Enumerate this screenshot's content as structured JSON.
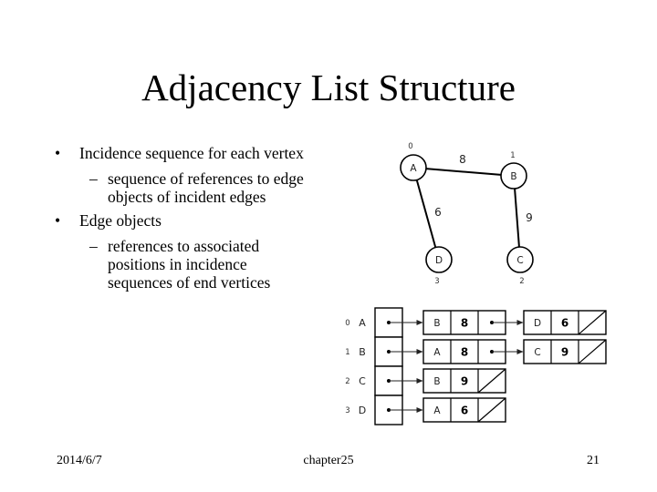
{
  "slide": {
    "title": "Adjacency List Structure",
    "bullets": [
      {
        "text": "Incidence sequence for each vertex",
        "sub": [
          "sequence of references to edge objects of incident edges"
        ]
      },
      {
        "text": "Edge objects",
        "sub": [
          "references to associated positions in incidence sequences of end vertices"
        ]
      }
    ],
    "bullet_symbol": "•",
    "sub_bullet_symbol": "–",
    "footer": {
      "date": "2014/6/7",
      "center": "chapter25",
      "page": "21"
    }
  },
  "graph": {
    "vertices": [
      {
        "label": "A",
        "index": "0"
      },
      {
        "label": "B",
        "index": "1"
      },
      {
        "label": "C",
        "index": "2"
      },
      {
        "label": "D",
        "index": "3"
      }
    ],
    "edges": [
      {
        "from": "A",
        "to": "B",
        "weight": "8"
      },
      {
        "from": "A",
        "to": "D",
        "weight": "6"
      },
      {
        "from": "B",
        "to": "C",
        "weight": "9"
      }
    ]
  },
  "adjacency_list": [
    {
      "index": "0",
      "label": "A",
      "nodes": [
        {
          "vertex": "B",
          "weight": "8"
        },
        {
          "vertex": "D",
          "weight": "6"
        }
      ]
    },
    {
      "index": "1",
      "label": "B",
      "nodes": [
        {
          "vertex": "A",
          "weight": "8"
        },
        {
          "vertex": "C",
          "weight": "9"
        }
      ]
    },
    {
      "index": "2",
      "label": "C",
      "nodes": [
        {
          "vertex": "B",
          "weight": "9"
        }
      ]
    },
    {
      "index": "3",
      "label": "D",
      "nodes": [
        {
          "vertex": "A",
          "weight": "6"
        }
      ]
    }
  ]
}
